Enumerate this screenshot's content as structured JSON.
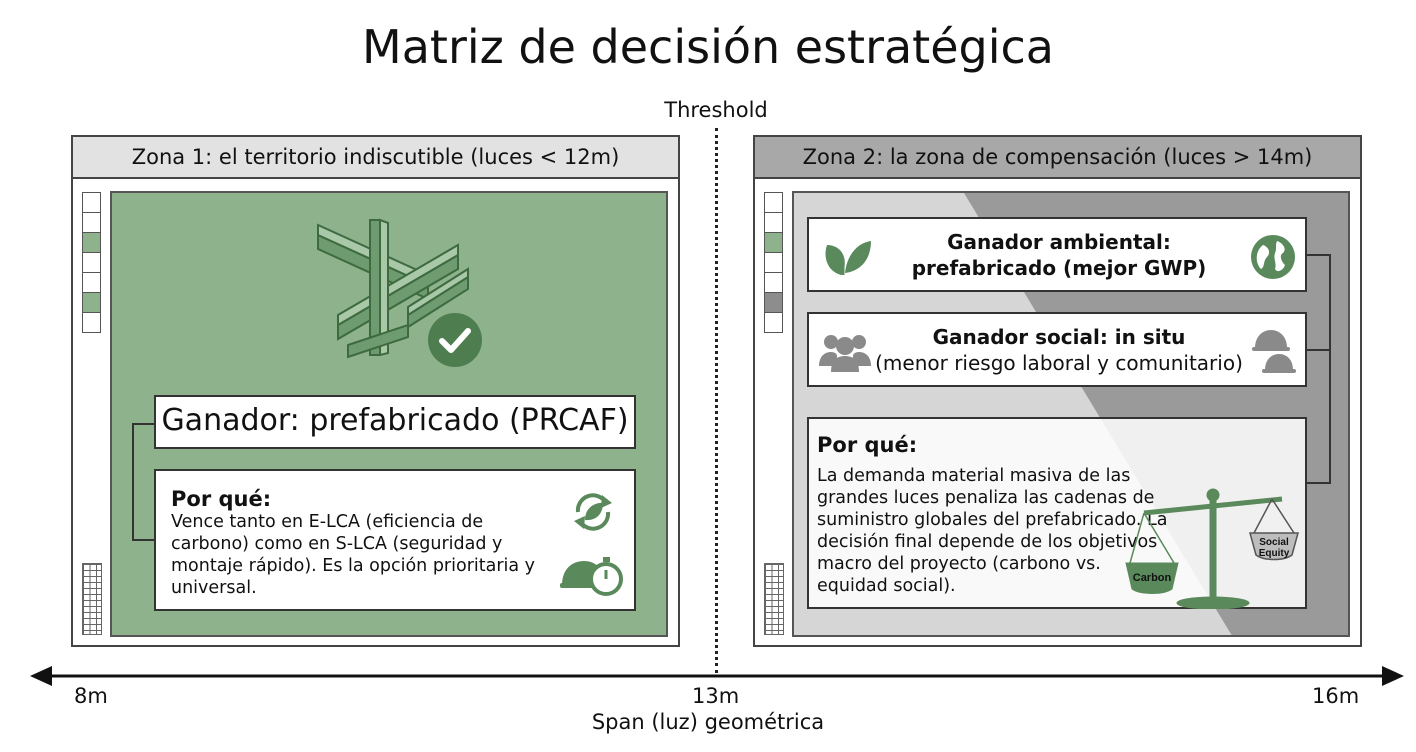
{
  "title": "Matriz de decisión estratégica",
  "threshold": "Threshold",
  "zone1": {
    "header": "Zona 1: el territorio indiscutible (luces < 12m)",
    "winner": "Ganador: prefabricado (PRCAF)",
    "why_title": "Por qué:",
    "why_text": "Vence tanto en E-LCA (eficiencia de carbono) como en S-LCA (seguridad y montaje rápido). Es la opción prioritaria y universal.",
    "icons": [
      "steel-beams-icon",
      "check-circle-icon",
      "recycle-leaf-icon",
      "hardhat-stopwatch-icon"
    ]
  },
  "zone2": {
    "header": "Zona 2: la zona de compensación (luces > 14m)",
    "env_line1": "Ganador ambiental:",
    "env_line2": "prefabricado (mejor GWP)",
    "soc_line1": "Ganador social: in situ",
    "soc_line2": "(menor riesgo laboral y comunitario)",
    "why_title": "Por qué:",
    "why_text": "La demanda material masiva de las grandes luces penaliza las cadenas de suministro globales del prefabricado. La decisión final depende de los objetivos macro del proyecto (carbono vs. equidad social).",
    "scale_left": "Carbon",
    "scale_right_1": "Social",
    "scale_right_2": "Equity",
    "icons": [
      "leaf-icon",
      "globe-icon",
      "people-icon",
      "hardhats-icon",
      "balance-scale-icon"
    ]
  },
  "axis": {
    "label": "Span (luz) geométrica",
    "ticks": [
      "8m",
      "13m",
      "16m"
    ]
  },
  "colors": {
    "green": "#8db28c",
    "dark_green": "#5a8a5b",
    "gray_header": "#a8a8a8",
    "light_header": "#e2e2e2"
  }
}
